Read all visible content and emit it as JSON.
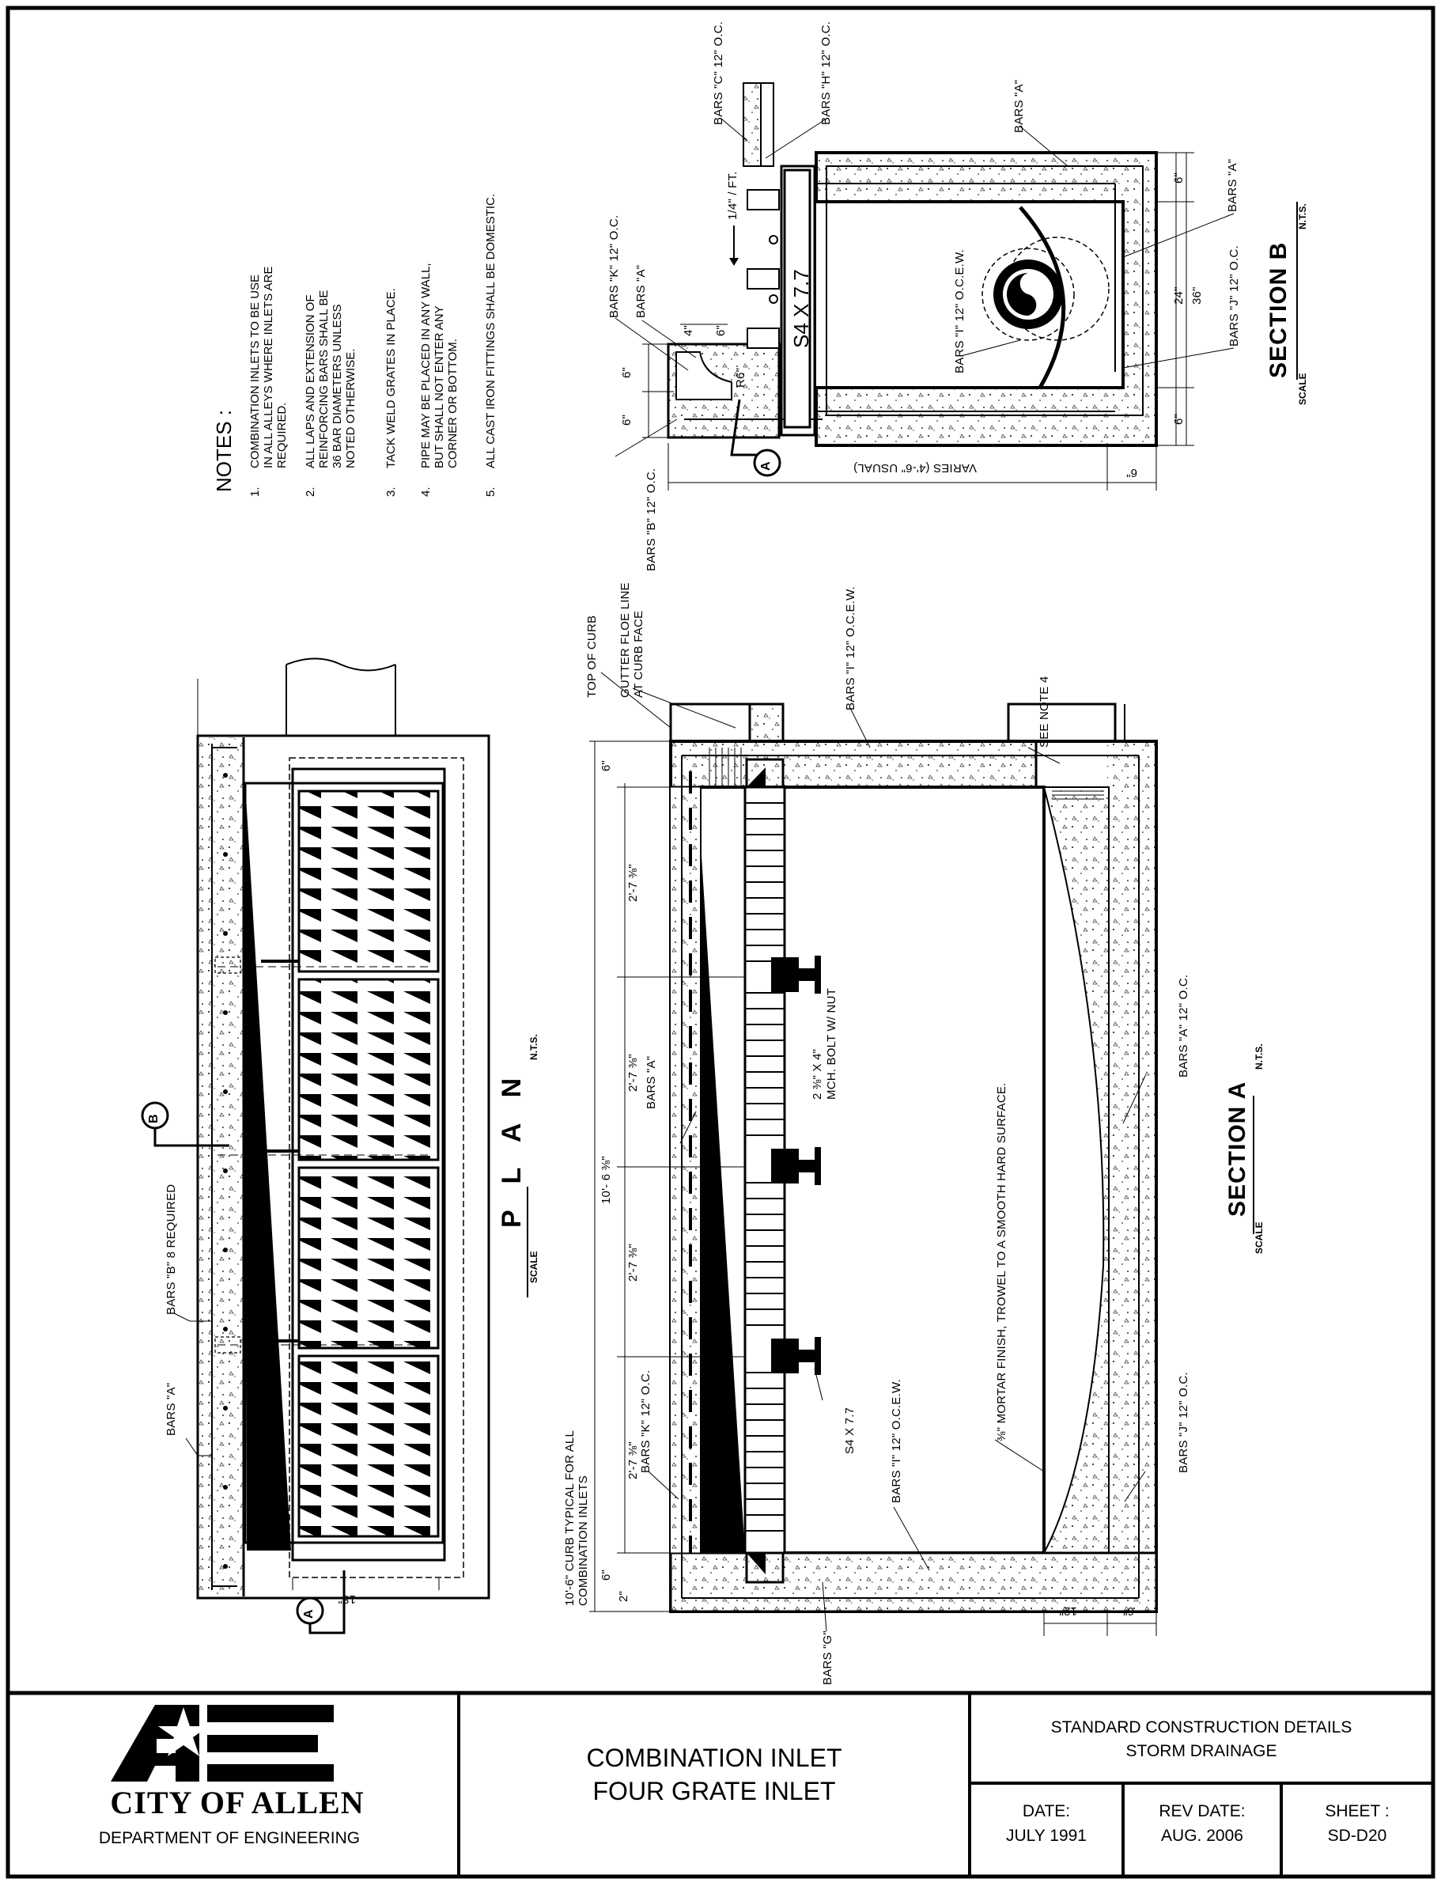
{
  "notes": {
    "title": "NOTES :",
    "items": [
      {
        "num": "1.",
        "text": "COMBINATION INLETS TO BE USE\nIN ALL ALLEYS WHERE INLETS ARE\nREQUIRED."
      },
      {
        "num": "2.",
        "text": "ALL LAPS AND EXTENSION OF\nREINFORCING BARS SHALL BE\n36 BAR DIAMETERS UNLESS\nNOTED OTHERWISE."
      },
      {
        "num": "3.",
        "text": "TACK WELD GRATES IN PLACE."
      },
      {
        "num": "4.",
        "text": "PIPE MAY BE PLACED IN ANY WALL,\nBUT SHALL NOT ENTER ANY\nCORNER OR BOTTOM."
      },
      {
        "num": "5.",
        "text": "ALL CAST IRON FITTINGS SHALL BE DOMESTIC."
      }
    ]
  },
  "section_b": {
    "title": "SECTION B",
    "scale": "SCALE",
    "nts": "N.T.S.",
    "labels": {
      "bars_c": "BARS \"C\" 12\" O.C.",
      "bars_h": "BARS \"H\" 12\" O.C.",
      "bars_a_top": "BARS \"A\"",
      "bars_a_right": "BARS \"A\"",
      "bars_k": "BARS \"K\" 12\" O.C.",
      "bars_a_left": "BARS \"A\"",
      "bars_i": "BARS \"I\" 12\" O.C.E.W.",
      "bars_j": "BARS \"J\" 12\" O.C.",
      "bars_b": "BARS \"B\" 12\" O.C.",
      "slope": "1/4\" / FT.",
      "beam": "S4 X 7.7",
      "radius": "R6\"",
      "varies": "VARIES (4'-6\" USUAL)",
      "dim_6a": "6\"",
      "dim_6b": "6\"",
      "dim_6c": "6\"",
      "dim_6d": "6\"",
      "dim_6e": "6\"",
      "dim_6f": "6\"",
      "dim_24": "24\"",
      "dim_36": "36\"",
      "dim_4": "4\"",
      "marker": "A"
    }
  },
  "section_a": {
    "title": "SECTION A",
    "scale": "SCALE",
    "nts": "N.T.S.",
    "labels": {
      "top_curb": "TOP OF CURB",
      "gutter": "GUTTER FLOE LINE\nAT CURB FACE",
      "bars_i_top": "BARS \"I\" 12\" O.C.E.W.",
      "see_note": "SEE NOTE 4",
      "bolt": "2 ⅜\" X 4\"\nMCH. BOLT W/ NUT",
      "bars_a_left": "BARS \"A\"",
      "bars_a_right": "BARS \"A\" 12\" O.C.",
      "mortar": "⅜\" MORTAR FINISH, TROWEL TO A SMOOTH HARD SURFACE.",
      "beam": "S4 X 7.7",
      "bars_i_bottom": "BARS \"I\" 12\" O.C.E.W.",
      "bars_k": "BARS \"K\" 12\" O.C.",
      "bars_j": "BARS \"J\" 12\" O.C.",
      "bars_g": "BARS \"G\"",
      "curb_note": "10'-6\" CURB TYPICAL FOR ALL\nCOMBINATION INLETS",
      "dim_total": "10'- 6 ⅜\"",
      "dim_seg1": "2'-7 ⅜\"",
      "dim_seg2": "2'-7 ⅜\"",
      "dim_seg3": "2'-7 ⅜\"",
      "dim_seg4": "2'-7 ⅜\"",
      "dim_6top": "6\"",
      "dim_6bot": "6\"",
      "dim_2": "2\"",
      "dim_12": "12\"",
      "dim_6r": "6\""
    }
  },
  "plan": {
    "title": "P L A N",
    "scale": "SCALE",
    "nts": "N.T.S.",
    "labels": {
      "bars_b": "BARS \"B\" 8 REQUIRED",
      "bars_a": "BARS \"A\"",
      "dim_18": "18\"",
      "marker_a": "A",
      "marker_b": "B"
    }
  },
  "title_block": {
    "city": "CITY OF ALLEN",
    "department": "DEPARTMENT OF ENGINEERING",
    "title_line1": "COMBINATION INLET",
    "title_line2": "FOUR GRATE INLET",
    "std_line1": "STANDARD CONSTRUCTION DETAILS",
    "std_line2": "STORM DRAINAGE",
    "date_label": "DATE:",
    "date_value": "JULY 1991",
    "rev_label": "REV DATE:",
    "rev_value": "AUG. 2006",
    "sheet_label": "SHEET :",
    "sheet_value": "SD-D20"
  }
}
